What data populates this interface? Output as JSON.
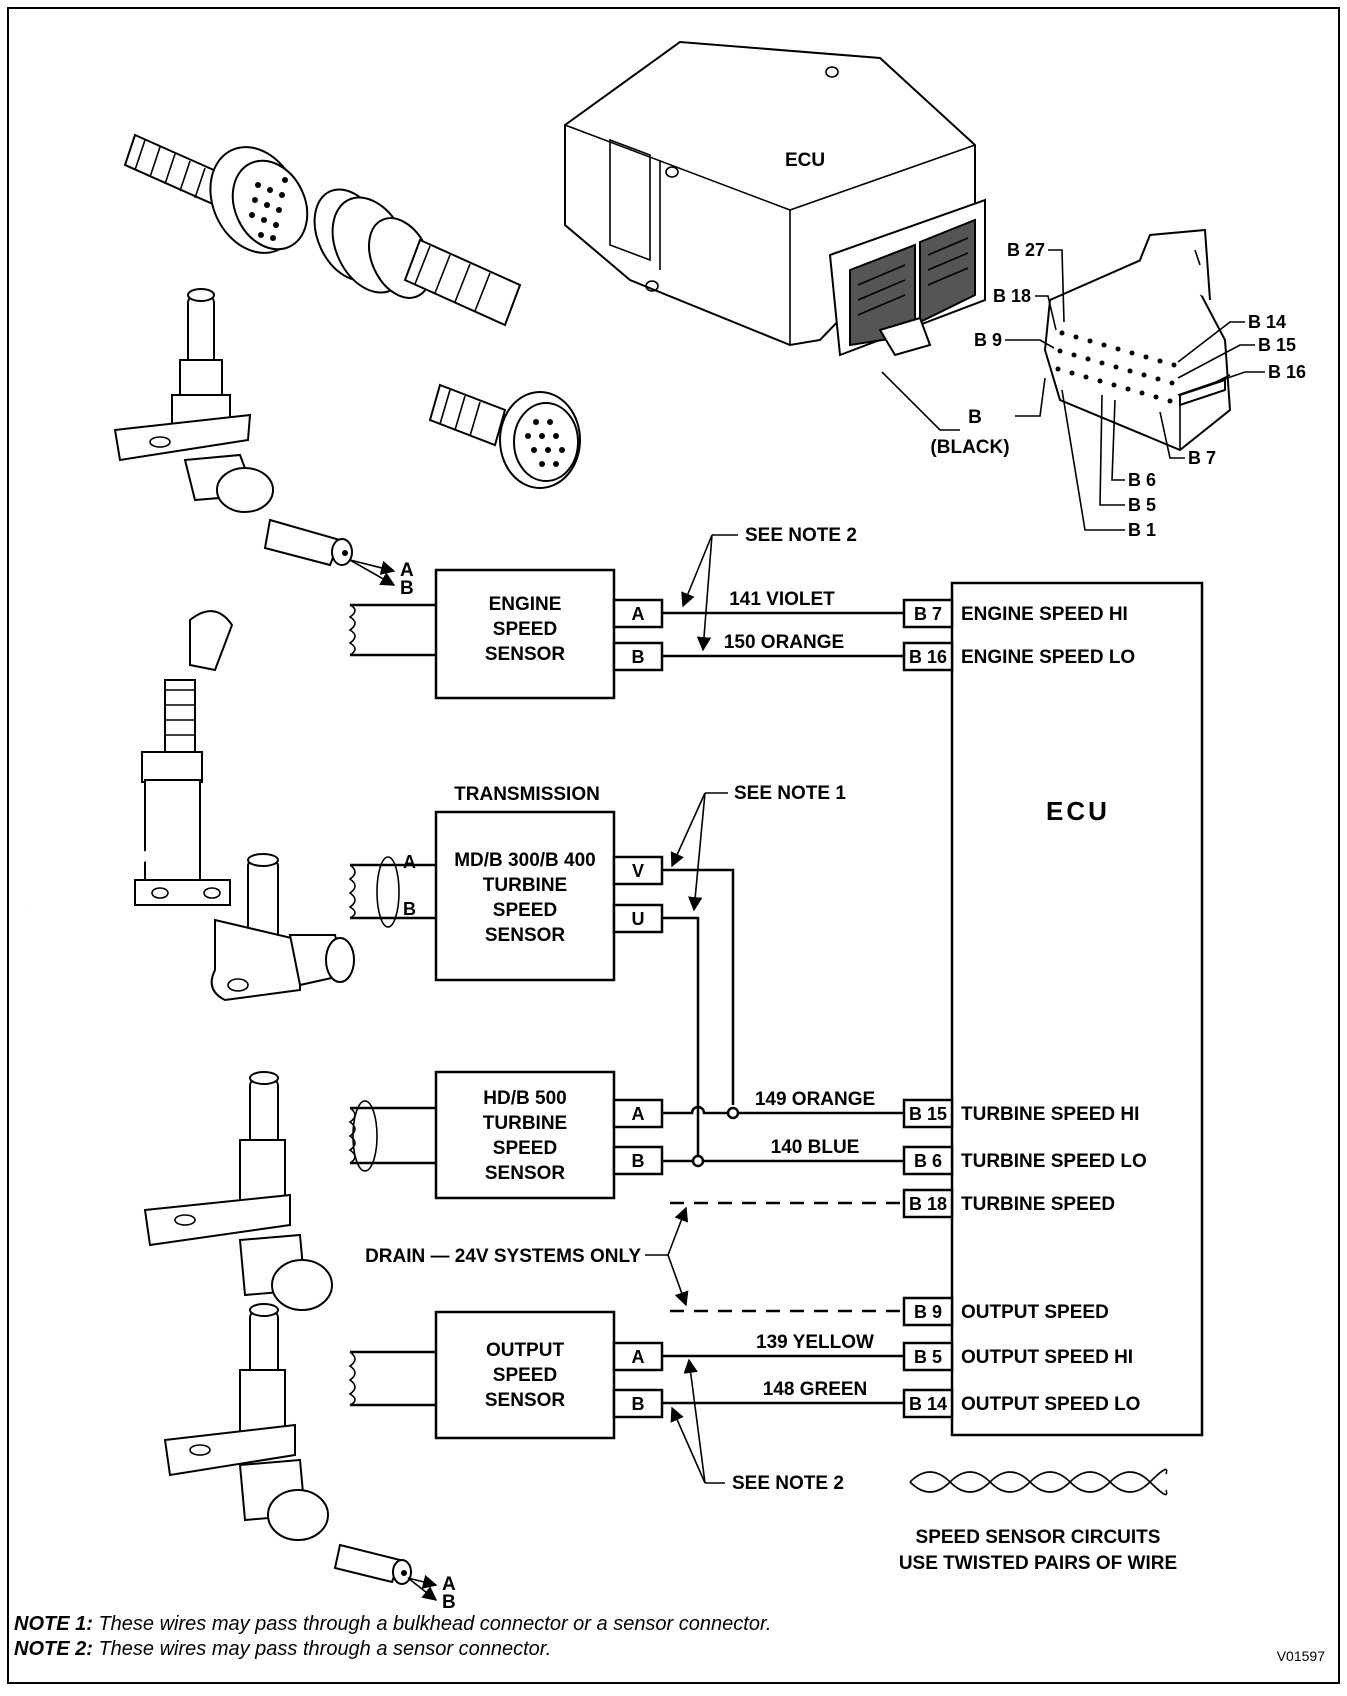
{
  "ecu_illustration_label": "ECU",
  "ecu_label": "ECU",
  "connector": {
    "label": "B",
    "color_label": "(BLACK)",
    "pins": [
      "B 27",
      "B 18",
      "B 9",
      "B 14",
      "B 15",
      "B 16",
      "B 7",
      "B 6",
      "B 5",
      "B 1"
    ]
  },
  "sensor_connector_pins": [
    "A",
    "B"
  ],
  "engine_sensor": {
    "name_lines": [
      "ENGINE",
      "SPEED",
      "SENSOR"
    ],
    "terminals": [
      "A",
      "B"
    ]
  },
  "turbine_sensor_mdb": {
    "header": "TRANSMISSION",
    "name_lines": [
      "MD/B 300/B 400",
      "TURBINE",
      "SPEED",
      "SENSOR"
    ],
    "terminals": [
      "V",
      "U"
    ],
    "coil_labels": [
      "A",
      "B"
    ]
  },
  "turbine_sensor_hdb": {
    "name_lines": [
      "HD/B 500",
      "TURBINE",
      "SPEED",
      "SENSOR"
    ],
    "terminals": [
      "A",
      "B"
    ]
  },
  "output_sensor": {
    "name_lines": [
      "OUTPUT",
      "SPEED",
      "SENSOR"
    ],
    "terminals": [
      "A",
      "B"
    ]
  },
  "wires": [
    {
      "label": "141  VIOLET",
      "pin": "B 7",
      "function": "ENGINE SPEED HI"
    },
    {
      "label": "150  ORANGE",
      "pin": "B 16",
      "function": "ENGINE SPEED LO"
    },
    {
      "label": "149  ORANGE",
      "pin": "B 15",
      "function": "TURBINE SPEED HI"
    },
    {
      "label": "140  BLUE",
      "pin": "B 6",
      "function": "TURBINE SPEED LO"
    },
    {
      "label": "",
      "pin": "B 18",
      "function": "TURBINE SPEED"
    },
    {
      "label": "",
      "pin": "B 9",
      "function": "OUTPUT SPEED"
    },
    {
      "label": "139  YELLOW",
      "pin": "B 5",
      "function": "OUTPUT SPEED HI"
    },
    {
      "label": "148  GREEN",
      "pin": "B 14",
      "function": "OUTPUT SPEED LO"
    }
  ],
  "callouts": {
    "note2_top": "SEE  NOTE 2",
    "note1": "SEE  NOTE 1",
    "note2_bottom": "SEE  NOTE 2",
    "drain": "DRAIN — 24V  SYSTEMS  ONLY"
  },
  "twisted_pair_legend": [
    "SPEED  SENSOR  CIRCUITS",
    "USE  TWISTED  PAIRS  OF  WIRE"
  ],
  "notes": [
    {
      "label": "NOTE 1:",
      "text": " These wires may pass through a bulkhead connector or a sensor connector."
    },
    {
      "label": "NOTE 2:",
      "text": " These wires may pass through a sensor connector."
    }
  ],
  "figure_id": "V01597"
}
